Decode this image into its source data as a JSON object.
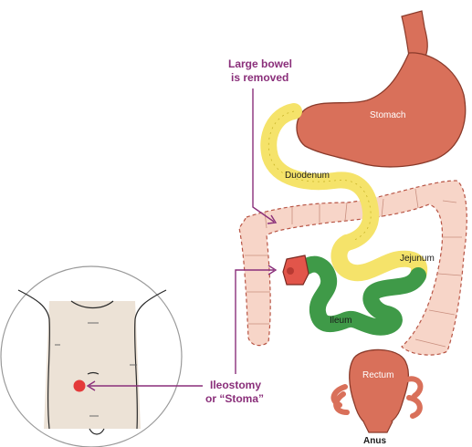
{
  "callouts": {
    "large_bowel_line1": "Large bowel",
    "large_bowel_line2": "is removed",
    "ileostomy_line1": "Ileostomy",
    "ileostomy_line2": "or “Stoma”"
  },
  "organs": {
    "stomach": "Stomach",
    "duodenum": "Duodenum",
    "jejunum": "Jejunum",
    "ileum": "Ileum",
    "rectum": "Rectum",
    "anus": "Anus"
  },
  "colors": {
    "callout": "#8a2f7a",
    "stomach": "#d9705a",
    "duodenum": "#f5e36a",
    "ileum": "#3f9a48",
    "removed_colon": "#f7d5c8",
    "stoma_red": "#e43a3a",
    "skin": "#ece2d6"
  }
}
